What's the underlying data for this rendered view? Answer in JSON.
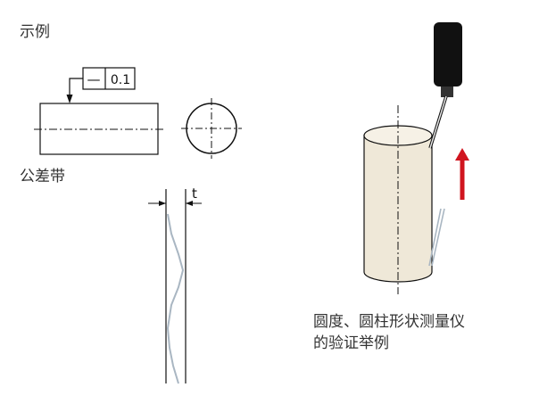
{
  "labels": {
    "example": "示例",
    "tolerance_zone": "公差带",
    "caption_line1": "圆度、圆柱形状测量仪",
    "caption_line2": "的验证举例"
  },
  "tolerance_frame": {
    "symbol": "—",
    "value": "0.1"
  },
  "zone_width_label": "t",
  "colors": {
    "text": "#333333",
    "line": "#111111",
    "profile": "#a9b6c2",
    "cylinder_fill": "#efe8d8",
    "probe": "#111111",
    "arrow": "#d0151f"
  }
}
